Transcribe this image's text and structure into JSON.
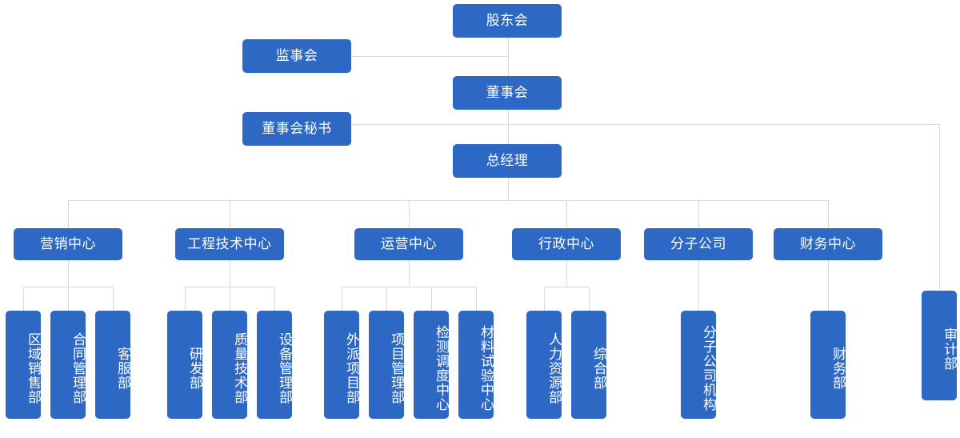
{
  "meta": {
    "title": "公司组织架构图",
    "accent_color": "#2d68c4",
    "line_color": "#d9d9d9",
    "background_color": "#ffffff",
    "text_color": "#ffffff"
  },
  "nodes": {
    "shareholders": {
      "label": "股东会"
    },
    "supervisory": {
      "label": "监事会"
    },
    "board": {
      "label": "董事会"
    },
    "board_secretary": {
      "label": "董事会秘书"
    },
    "general_manager": {
      "label": "总经理"
    },
    "audit": {
      "label": "审计部"
    }
  },
  "centers": [
    {
      "id": "marketing",
      "label": "营销中心",
      "children": [
        {
          "label": "区域销售部"
        },
        {
          "label": "合同管理部"
        },
        {
          "label": "客服部"
        }
      ]
    },
    {
      "id": "engineering",
      "label": "工程技术中心",
      "children": [
        {
          "label": "研发部"
        },
        {
          "label": "质量技术部"
        },
        {
          "label": "设备管理部"
        }
      ]
    },
    {
      "id": "operations",
      "label": "运营中心",
      "children": [
        {
          "label": "外派项目部"
        },
        {
          "label": "项目管理部"
        },
        {
          "label": "检测调度中心"
        },
        {
          "label": "材料试验中心"
        }
      ]
    },
    {
      "id": "administration",
      "label": "行政中心",
      "children": [
        {
          "label": "人力资源部"
        },
        {
          "label": "综合部"
        }
      ]
    },
    {
      "id": "subsidiaries",
      "label": "分子公司",
      "children": [
        {
          "label": "分子公司机构"
        }
      ]
    },
    {
      "id": "finance",
      "label": "财务中心",
      "children": [
        {
          "label": "财务部"
        }
      ]
    }
  ]
}
